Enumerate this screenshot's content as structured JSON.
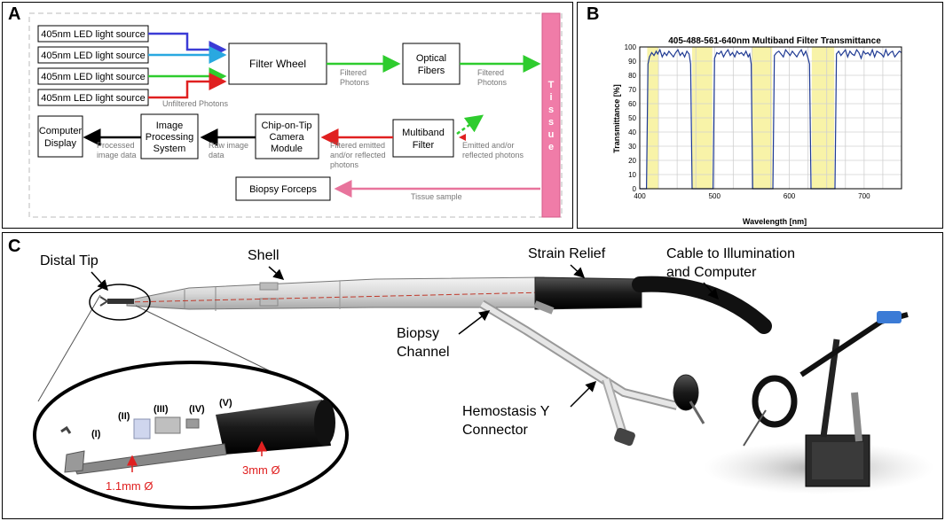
{
  "panel_a": {
    "label": "A",
    "sources": [
      "405nm LED light source",
      "405nm LED light source",
      "405nm LED light source",
      "405nm LED light source"
    ],
    "source_colors": [
      "#3b3bd6",
      "#29a8e0",
      "#2ecc2e",
      "#e02020"
    ],
    "filter_wheel": "Filter Wheel",
    "optical_fibers": [
      "Optical",
      "Fibers"
    ],
    "filtered_photons_1": [
      "Filtered",
      "Photons"
    ],
    "filtered_photons_2": [
      "Filtered",
      "Photons"
    ],
    "unfiltered_photons": "Unfiltered Photons",
    "tissue": "Tissue",
    "multiband_filter": [
      "Multiband",
      "Filter"
    ],
    "emitted_reflected": [
      "Emitted and/or",
      "reflected photons"
    ],
    "camera_module": [
      "Chip-on-Tip",
      "Camera",
      "Module"
    ],
    "filtered_emitted": [
      "Filtered emitted",
      "and/or reflected",
      "photons"
    ],
    "image_processing": [
      "Image",
      "Processing",
      "System"
    ],
    "raw_image": [
      "Raw image",
      "data"
    ],
    "computer_display": [
      "Computer",
      "Display"
    ],
    "processed_image": [
      "Processed",
      "image data"
    ],
    "biopsy_forceps": "Biopsy Forceps",
    "tissue_sample": "Tissue sample"
  },
  "panel_b": {
    "label": "B",
    "chart_data": {
      "type": "line",
      "title": "405-488-561-640nm Multiband Filter Transmittance",
      "xlabel": "Wavelength [nm]",
      "ylabel": "Transmittance [%]",
      "xlim": [
        400,
        750
      ],
      "ylim": [
        0,
        100
      ],
      "xticks": [
        400,
        500,
        600,
        700
      ],
      "yticks": [
        0,
        10,
        20,
        30,
        40,
        50,
        60,
        70,
        80,
        90,
        100
      ],
      "grid": true,
      "passbands": [
        [
          410,
          425
        ],
        [
          470,
          497
        ],
        [
          550,
          577
        ],
        [
          630,
          660
        ]
      ],
      "series": [
        {
          "x": [
            400,
            409,
            411,
            413,
            416,
            419,
            422,
            424,
            427,
            430,
            433,
            436,
            439,
            442,
            445,
            448,
            451,
            454,
            457,
            460,
            463,
            466,
            468,
            470,
            472,
            496,
            498,
            500,
            503,
            506,
            509,
            512,
            515,
            518,
            521,
            524,
            527,
            530,
            533,
            536,
            539,
            542,
            545,
            547,
            549,
            551,
            576,
            578,
            580,
            583,
            586,
            589,
            592,
            595,
            598,
            601,
            604,
            607,
            610,
            613,
            616,
            619,
            622,
            625,
            627,
            629,
            631,
            659,
            661,
            663,
            666,
            669,
            672,
            675,
            678,
            681,
            684,
            687,
            690,
            693,
            696,
            699,
            702,
            705,
            708,
            711,
            714,
            717,
            720,
            723,
            726,
            729,
            732,
            735,
            738,
            741,
            744,
            747,
            750
          ],
          "values": [
            0,
            0,
            88,
            93,
            96,
            94,
            97,
            95,
            98,
            93,
            96,
            94,
            97,
            95,
            93,
            96,
            98,
            94,
            96,
            93,
            97,
            95,
            88,
            0,
            0,
            0,
            0,
            92,
            96,
            95,
            97,
            93,
            96,
            98,
            94,
            96,
            93,
            97,
            95,
            96,
            94,
            97,
            93,
            95,
            88,
            0,
            0,
            0,
            94,
            96,
            97,
            95,
            93,
            98,
            96,
            94,
            97,
            95,
            93,
            96,
            98,
            94,
            97,
            92,
            88,
            0,
            0,
            0,
            0,
            95,
            97,
            94,
            96,
            98,
            93,
            97,
            95,
            94,
            98,
            96,
            92,
            97,
            95,
            96,
            94,
            98,
            93,
            97,
            96,
            95,
            93,
            98,
            94,
            96,
            97,
            93,
            95,
            97,
            96
          ]
        }
      ]
    }
  },
  "panel_c": {
    "label": "C",
    "distal_tip": "Distal Tip",
    "shell": "Shell",
    "strain_relief": "Strain Relief",
    "cable": [
      "Cable to Illumination",
      "and Computer"
    ],
    "biopsy_channel": [
      "Biopsy",
      "Channel"
    ],
    "hemostasis": [
      "Hemostasis Y",
      "Connector"
    ],
    "parts": [
      "(I)",
      "(II)",
      "(III)",
      "(IV)",
      "(V)"
    ],
    "dim_small": "1.1mm Ø",
    "dim_large": "3mm Ø"
  }
}
